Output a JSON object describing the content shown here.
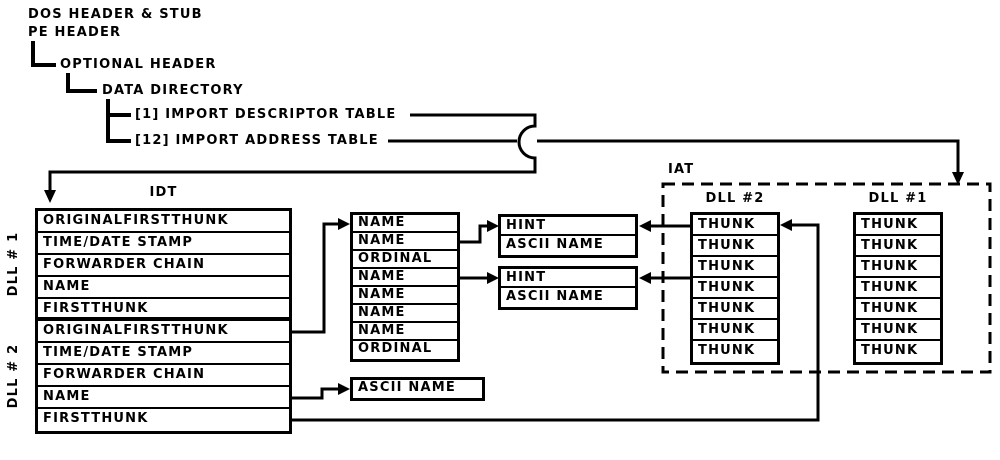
{
  "colors": {
    "ink": "#000000",
    "paper": "#ffffff"
  },
  "tree": {
    "items": [
      {
        "label": "DOS HEADER & STUB"
      },
      {
        "label": "PE HEADER"
      },
      {
        "label": "OPTIONAL HEADER"
      },
      {
        "label": "DATA DIRECTORY"
      },
      {
        "label": "[1] IMPORT DESCRIPTOR TABLE"
      },
      {
        "label": "[12] IMPORT ADDRESS TABLE"
      }
    ]
  },
  "idt": {
    "title": "IDT",
    "group1_label": "DLL # 1",
    "group2_label": "DLL # 2",
    "rows": [
      "ORIGINALFIRSTTHUNK",
      "TIME/DATE STAMP",
      "FORWARDER CHAIN",
      "NAME",
      "FIRSTTHUNK",
      "ORIGINALFIRSTTHUNK",
      "TIME/DATE STAMP",
      "FORWARDER CHAIN",
      "NAME",
      "FIRSTTHUNK"
    ]
  },
  "import_name_table": {
    "rows": [
      "NAME",
      "NAME",
      "ORDINAL",
      "NAME",
      "NAME",
      "NAME",
      "NAME",
      "ORDINAL"
    ]
  },
  "hint_name_entries": [
    {
      "rows": [
        "HINT",
        "ASCII NAME"
      ]
    },
    {
      "rows": [
        "HINT",
        "ASCII NAME"
      ]
    }
  ],
  "dll_name_box": {
    "label": "ASCII NAME"
  },
  "iat": {
    "title": "IAT",
    "columns": [
      {
        "label": "DLL #2",
        "rows": [
          "THUNK",
          "THUNK",
          "THUNK",
          "THUNK",
          "THUNK",
          "THUNK",
          "THUNK"
        ]
      },
      {
        "label": "DLL #1",
        "rows": [
          "THUNK",
          "THUNK",
          "THUNK",
          "THUNK",
          "THUNK",
          "THUNK",
          "THUNK"
        ]
      }
    ]
  }
}
